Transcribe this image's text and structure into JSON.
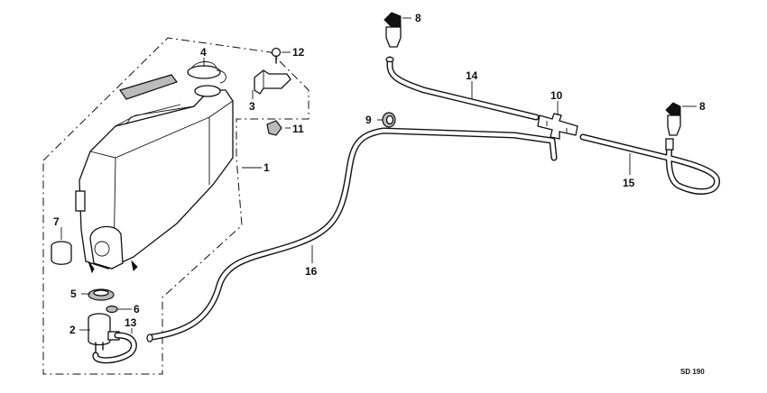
{
  "diagram": {
    "code": "SD 190",
    "parts": [
      {
        "id": "reservoir",
        "number": "1"
      },
      {
        "id": "pump",
        "number": "2"
      },
      {
        "id": "bracket",
        "number": "3"
      },
      {
        "id": "cap",
        "number": "4"
      },
      {
        "id": "pump-seal",
        "number": "5"
      },
      {
        "id": "filter",
        "number": "6"
      },
      {
        "id": "grommet-7",
        "number": "7"
      },
      {
        "id": "nozzle-left",
        "number": "8"
      },
      {
        "id": "nozzle-right",
        "number": "8"
      },
      {
        "id": "grommet-9",
        "number": "9"
      },
      {
        "id": "joint",
        "number": "10"
      },
      {
        "id": "clip-nut",
        "number": "11"
      },
      {
        "id": "screw",
        "number": "12"
      },
      {
        "id": "tube-13",
        "number": "13"
      },
      {
        "id": "tube-14",
        "number": "14"
      },
      {
        "id": "tube-15",
        "number": "15"
      },
      {
        "id": "tube-16",
        "number": "16"
      }
    ]
  }
}
